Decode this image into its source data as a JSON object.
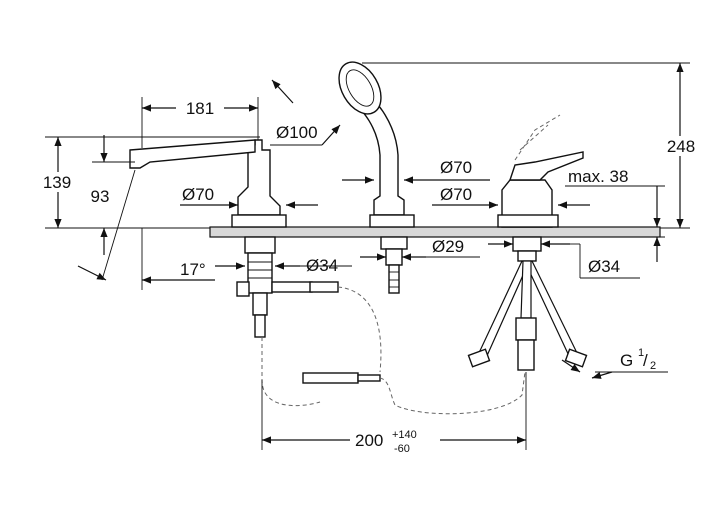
{
  "dimensions": {
    "spout_length": "181",
    "diameter_100": "Ø100",
    "height_248": "248",
    "height_139": "139",
    "height_93": "93",
    "diameter_70_spout": "Ø70",
    "diameter_70_handshower": "Ø70",
    "diameter_70_mixer": "Ø70",
    "max_38": "max. 38",
    "angle_17": "17°",
    "diameter_34_left": "Ø34",
    "diameter_29": "Ø29",
    "diameter_34_right": "Ø34",
    "thread_g": "G",
    "thread_num": "1",
    "thread_den": "2",
    "spacing_200": "200",
    "tol_plus": "+140",
    "tol_minus": "-60"
  }
}
